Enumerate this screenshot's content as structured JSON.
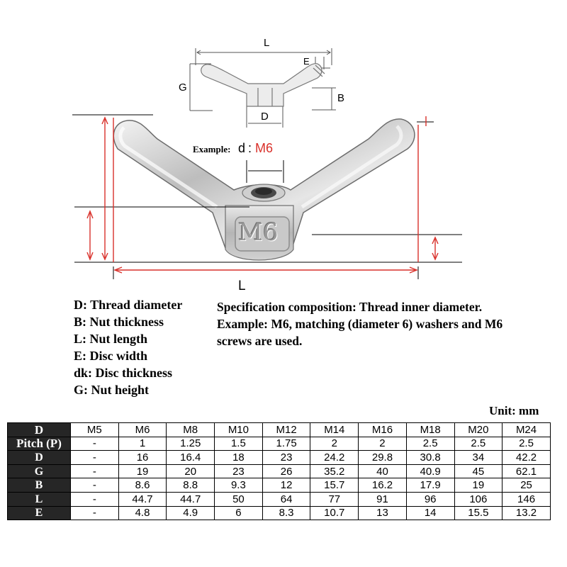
{
  "diagram": {
    "top_labels": {
      "L": "L",
      "G": "G",
      "E": "E",
      "B": "B",
      "D": "D"
    },
    "example_prefix": "Example:",
    "example_symbol": "d",
    "example_sep": ":",
    "example_value": "M6",
    "embossed_text": "M6",
    "length_label": "L",
    "accent_color": "#d9302a"
  },
  "legend": [
    "D: Thread diameter",
    "B: Nut thickness",
    "L: Nut length",
    "E: Disc width",
    "dk: Disc thickness",
    "G: Nut height"
  ],
  "spec_text": "Specification composition: Thread inner diameter. Example: M6, matching (diameter 6) washers and M6 screws are used.",
  "unit_label": "Unit: mm",
  "table": {
    "header_label": "D",
    "sizes": [
      "M5",
      "M6",
      "M8",
      "M10",
      "M12",
      "M14",
      "M16",
      "M18",
      "M20",
      "M24"
    ],
    "rows": [
      {
        "label": "Pitch (P)",
        "values": [
          "-",
          "1",
          "1.25",
          "1.5",
          "1.75",
          "2",
          "2",
          "2.5",
          "2.5",
          "2.5"
        ]
      },
      {
        "label": "D",
        "values": [
          "-",
          "16",
          "16.4",
          "18",
          "23",
          "24.2",
          "29.8",
          "30.8",
          "34",
          "42.2"
        ]
      },
      {
        "label": "G",
        "values": [
          "-",
          "19",
          "20",
          "23",
          "26",
          "35.2",
          "40",
          "40.9",
          "45",
          "62.1"
        ]
      },
      {
        "label": "B",
        "values": [
          "-",
          "8.6",
          "8.8",
          "9.3",
          "12",
          "15.7",
          "16.2",
          "17.9",
          "19",
          "25"
        ]
      },
      {
        "label": "L",
        "values": [
          "-",
          "44.7",
          "44.7",
          "50",
          "64",
          "77",
          "91",
          "96",
          "106",
          "146"
        ]
      },
      {
        "label": "E",
        "values": [
          "-",
          "4.8",
          "4.9",
          "6",
          "8.3",
          "10.7",
          "13",
          "14",
          "15.5",
          "13.2"
        ]
      }
    ]
  }
}
